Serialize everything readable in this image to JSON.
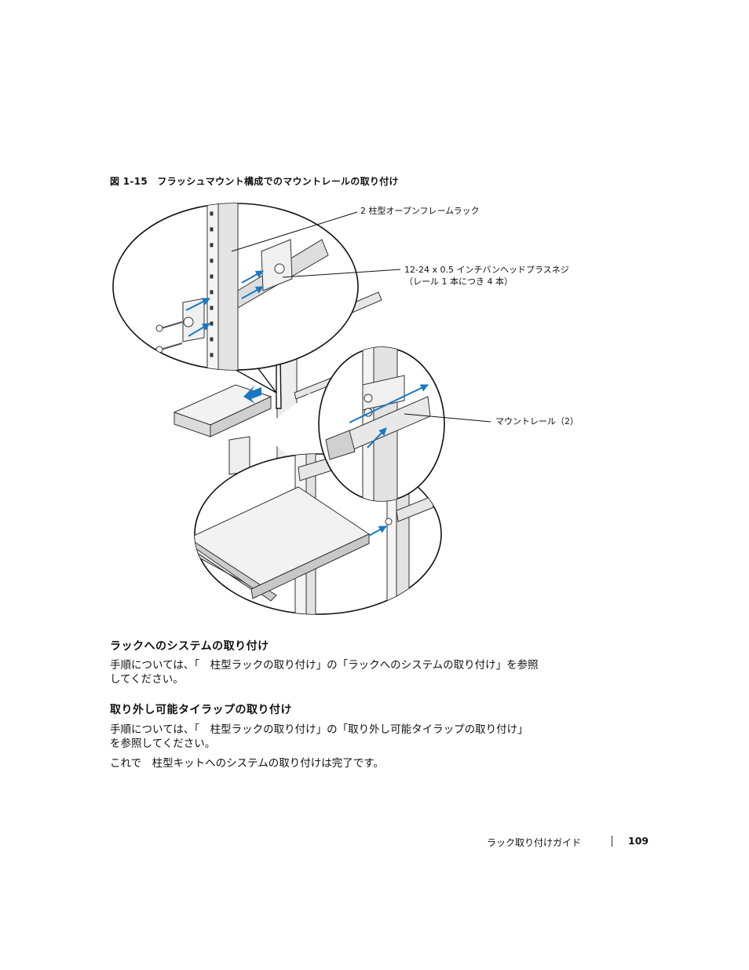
{
  "figure": {
    "caption": "図 1-15　フラッシュマウント構成でのマウントレールの取り付け",
    "callouts": {
      "rack": "2 柱型オープンフレームラック",
      "screws_line1": "12-24 x 0.5 インチバンヘッドプラスネジ",
      "screws_line2": "（レール 1 本につき 4 本）",
      "rail": "マウントレール（2）"
    }
  },
  "sections": [
    {
      "heading": "ラックへのシステムの取り付け",
      "paragraphs": [
        "手順については、「　柱型ラックの取り付け」の「ラックへのシステムの取り付け」を参照",
        "してください。"
      ]
    },
    {
      "heading": "取り外し可能タイラップの取り付け",
      "paragraphs": [
        "手順については、「　柱型ラックの取り付け」の「取り外し可能タイラップの取り付け」",
        "を参照してください。",
        "これで　柱型キットへのシステムの取り付けは完了です。"
      ]
    }
  ],
  "footer": {
    "label": "ラック取り付けガイド",
    "page": "109"
  },
  "colors": {
    "arrow": "#1a78c2",
    "line": "#222222"
  }
}
